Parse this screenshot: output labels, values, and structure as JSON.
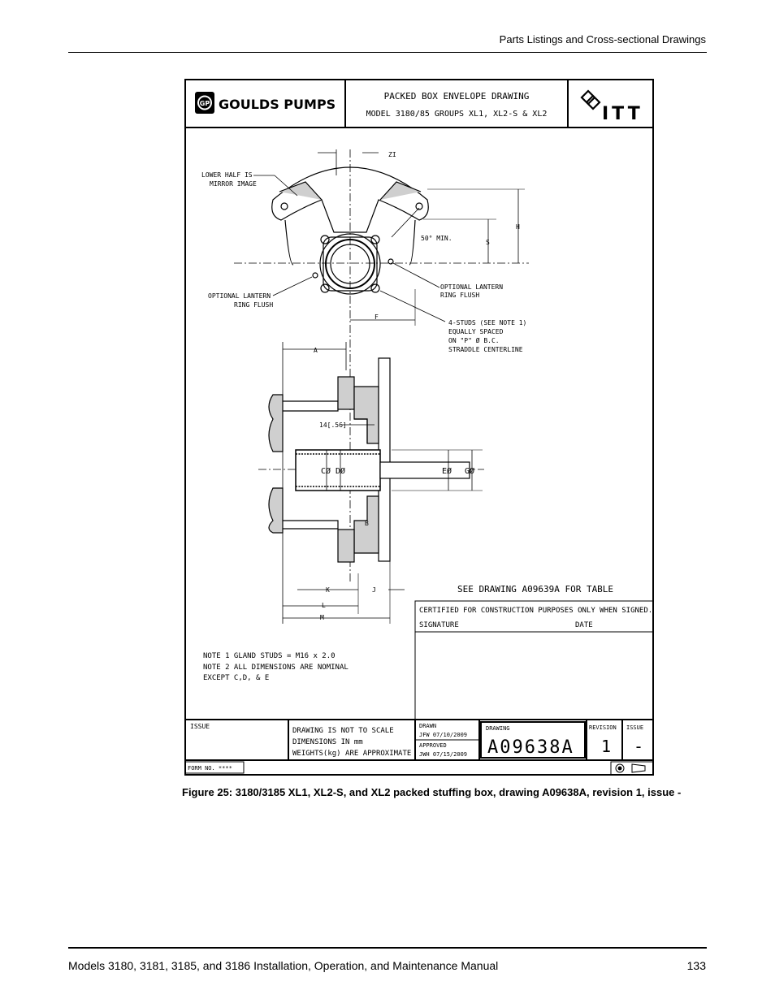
{
  "header": {
    "section": "Parts Listings and Cross-sectional Drawings"
  },
  "footer": {
    "manual_title": "Models 3180, 3181, 3185, and 3186 Installation, Operation, and Maintenance Manual",
    "page_number": "133"
  },
  "figure": {
    "caption": "Figure 25: 3180/3185 XL1, XL2-S, and XL2 packed stuffing box, drawing A09638A, revision 1, issue -"
  },
  "drawing": {
    "brand": "GOULDS PUMPS",
    "brand_mark": "GP",
    "title_line1": "PACKED BOX ENVELOPE DRAWING",
    "title_line2": "MODEL 3180/85 GROUPS XL1, XL2-S & XL2",
    "corporate": "ITT",
    "labels": {
      "zi": "ZI",
      "lower_half": "LOWER HALF IS",
      "mirror": "MIRROR IMAGE",
      "h": "H",
      "s": "S",
      "min50": "50° MIN.",
      "lantern_left1": "OPTIONAL LANTERN",
      "lantern_left2": "RING FLUSH",
      "lantern_right1": "OPTIONAL LANTERN",
      "lantern_right2": "RING FLUSH",
      "f": "F",
      "studs1": "4-STUDS (SEE NOTE 1)",
      "studs2": "EQUALLY SPACED",
      "studs3": "ON \"P\" Ø B.C.",
      "studs4": "STRADDLE CENTERLINE",
      "a": "A",
      "dim14": "14[.56]",
      "c": "CØ",
      "d": "DØ",
      "e": "EØ",
      "g": "GØ",
      "b": "B",
      "k": "K",
      "j": "J",
      "l": "L",
      "m": "M",
      "see_table": "SEE DRAWING A09639A FOR TABLE"
    },
    "certified": "CERTIFIED FOR CONSTRUCTION PURPOSES ONLY WHEN SIGNED.",
    "signature": "SIGNATURE",
    "date": "DATE",
    "notes": [
      "NOTE 1 GLAND STUDS = M16 x 2.0",
      "NOTE 2 ALL DIMENSIONS ARE NOMINAL",
      "EXCEPT C,D, & E"
    ],
    "title_block": {
      "issue_label": "ISSUE",
      "scale_notes": [
        "DRAWING IS NOT TO SCALE",
        "DIMENSIONS IN mm",
        "WEIGHTS(kg) ARE APPROXIMATE"
      ],
      "drawn_label": "DRAWN",
      "drawn_value": "JFW  07/10/2009",
      "approved_label": "APPROVED",
      "approved_value": "JWH  07/15/2009",
      "drawing_label": "DRAWING",
      "drawing_number": "A09638A",
      "revision_label": "REVISION",
      "revision_value": "1",
      "issue_col_label": "ISSUE",
      "issue_value": "-",
      "form_no": "FORM NO. ****"
    }
  }
}
